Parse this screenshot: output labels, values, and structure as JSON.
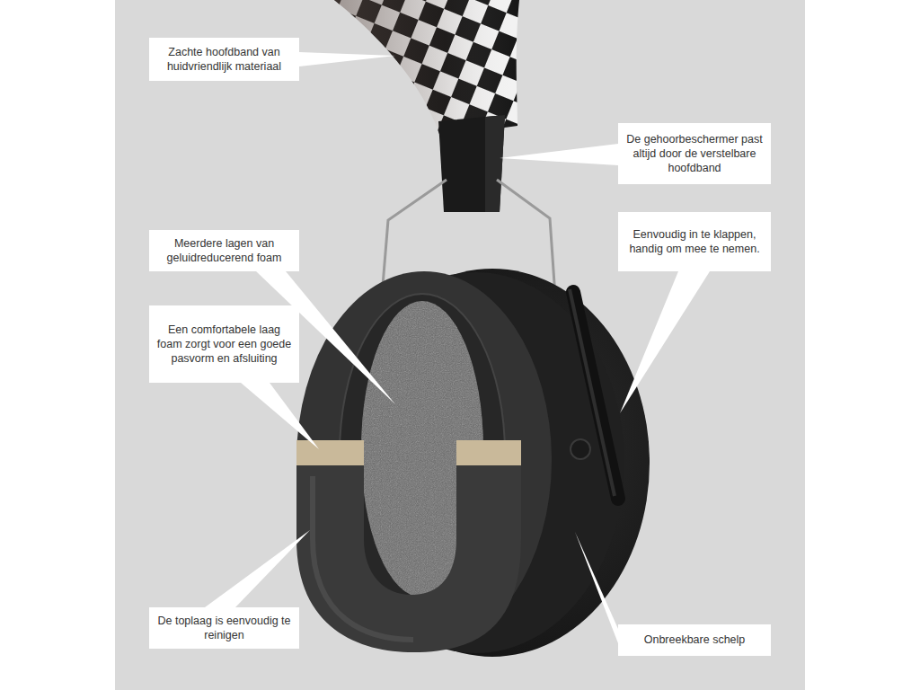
{
  "diagram": {
    "nodes": [
      {
        "text": [
          "Zachte hoofdband van huidvriendlijk materiaal"
        ]
      },
      {
        "text": [
          "De gehoorbeschermer past altijd door de verstelbare hoofdband"
        ]
      },
      {
        "text": [
          "Eenvoudig in te klappen, handig om mee te nemen."
        ]
      },
      {
        "text": [
          "Meerdere lagen van geluidreducerend foam"
        ]
      },
      {
        "text": [
          "Een comfortabele laag foam zorgt voor een goede pasvorm en afsluiting"
        ]
      },
      {
        "text": [
          "De toplaag is eenvoudig te reinigen"
        ]
      },
      {
        "text": [
          "Onbreekbare schelp"
        ]
      }
    ]
  }
}
